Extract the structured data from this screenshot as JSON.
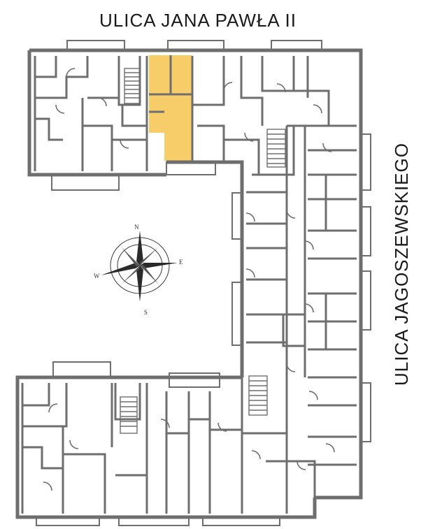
{
  "streets": {
    "north": "ULICA  JANA PAWŁA II",
    "east": "ULICA  JAGOSZEWSKIEGO"
  },
  "compass": {
    "n": "N",
    "e": "E",
    "s": "S",
    "w": "W"
  },
  "highlight_color": "#f7cd6a",
  "wall_color": "#6e6e6e"
}
